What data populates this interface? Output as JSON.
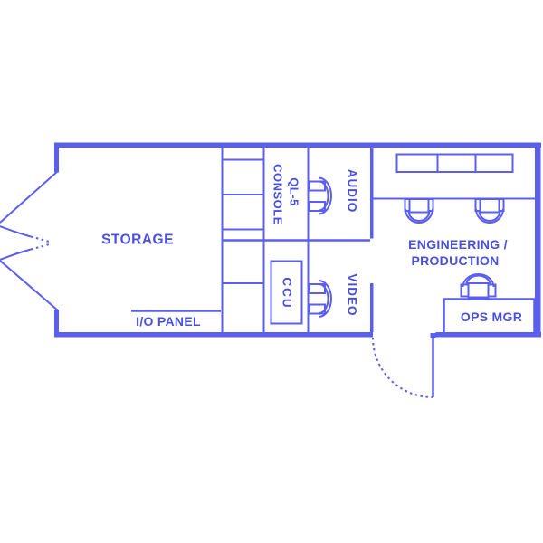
{
  "colors": {
    "line": "#5b5ff0",
    "text": "#4a50dd",
    "background": "#ffffff"
  },
  "plan": {
    "storage_label": "STORAGE",
    "io_panel_label": "I/O PANEL",
    "console_label_line1": "QL-5",
    "console_label_line2": "CONSOLE",
    "audio_label": "AUDIO",
    "ccu_label": "CCU",
    "video_label": "VIDEO",
    "engineering_label_line1": "ENGINEERING /",
    "engineering_label_line2": "PRODUCTION",
    "ops_mgr_label": "OPS MGR"
  }
}
